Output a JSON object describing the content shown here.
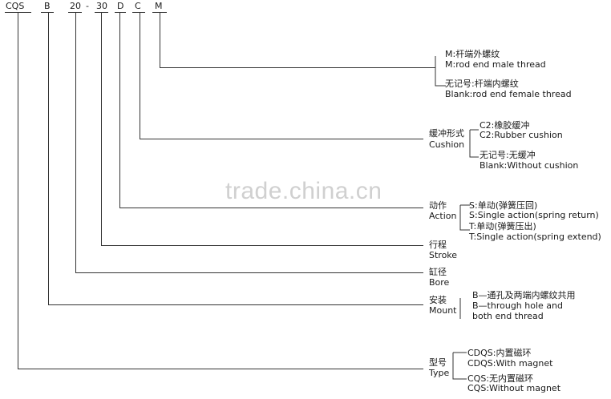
{
  "code": {
    "series": "CQS",
    "mount": "B",
    "bore": "20",
    "dash": "-",
    "stroke": "30",
    "action": "D",
    "cushion": "C",
    "thread": "M"
  },
  "thread": {
    "opt1_cn": "M:杆端外螺纹",
    "opt1_en": "M:rod end male thread",
    "opt2_cn": "无记号:杆端内螺纹",
    "opt2_en": "Blank:rod end female thread"
  },
  "cushion": {
    "label_cn": "缓冲形式",
    "label_en": "Cushion",
    "opt1_cn": "C2:橡胶缓冲",
    "opt1_en": "C2:Rubber cushion",
    "opt2_cn": "无记号:无缓冲",
    "opt2_en": "Blank:Without cushion"
  },
  "action": {
    "label_cn": "动作",
    "label_en": "Action",
    "opt1_cn": "S:单动(弹簧压回)",
    "opt1_en": "S:Single action(spring return)",
    "opt2_cn": "T:单动(弹簧压出)",
    "opt2_en": "T:Single action(spring extend)"
  },
  "stroke": {
    "label_cn": "行程",
    "label_en": "Stroke"
  },
  "bore": {
    "label_cn": "缸径",
    "label_en": "Bore"
  },
  "mount": {
    "label_cn": "安装",
    "label_en": "Mount",
    "desc_cn": "B—通孔及两端内螺纹共用",
    "desc_en1": "B—through hole and",
    "desc_en2": "both end thread"
  },
  "type": {
    "label_cn": "型号",
    "label_en": "Type",
    "opt1_cn": "CDQS:内置磁环",
    "opt1_en": "CDQS:With magnet",
    "opt2_cn": "CQS:无内置磁环",
    "opt2_en": "CQS:Without magnet"
  },
  "watermark": "trade.china.cn"
}
